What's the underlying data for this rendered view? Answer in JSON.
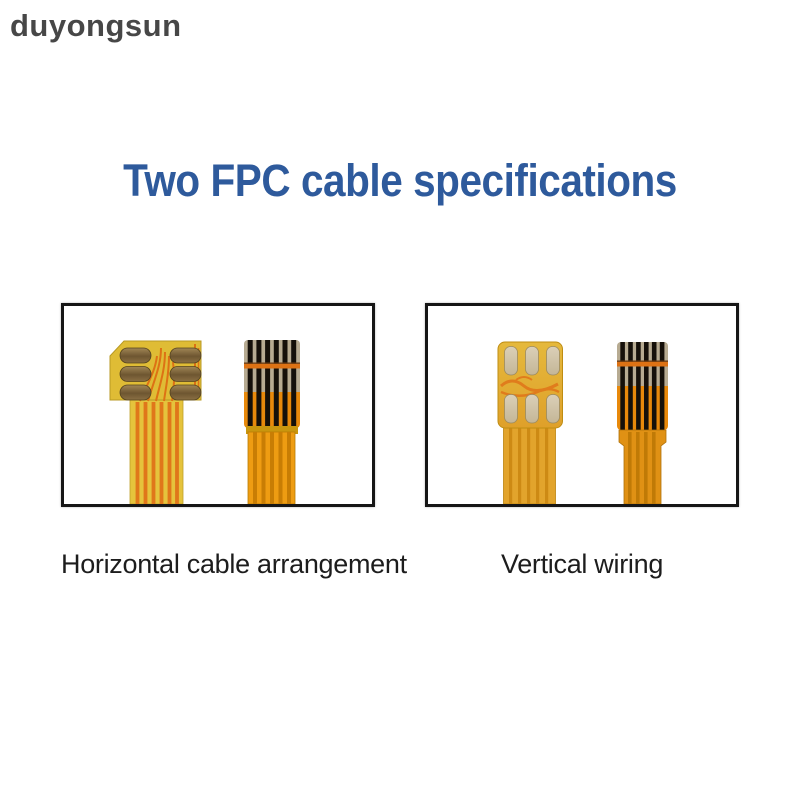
{
  "watermark": {
    "text": "duyongsun",
    "color": "#474747"
  },
  "title": {
    "text": "Two FPC cable specifications",
    "color": "#2e5a9c"
  },
  "figures": [
    {
      "caption": "Horizontal cable arrangement"
    },
    {
      "caption": "Vertical wiring"
    }
  ],
  "caption_color": "#1d1d1d",
  "photo_border_color": "#161616",
  "palette": {
    "kapton_yellow": "#dfbc35",
    "kapton_orange_yellow": "#e0ab2e",
    "trace_orange": "#dd7214",
    "ribbon_orange": "#ee9c12",
    "pad_bronze": "#7b6138",
    "pad_beige": "#d0c4aa",
    "film_stripe_tan": "#b7ab92",
    "film_dark": "#15100a"
  }
}
